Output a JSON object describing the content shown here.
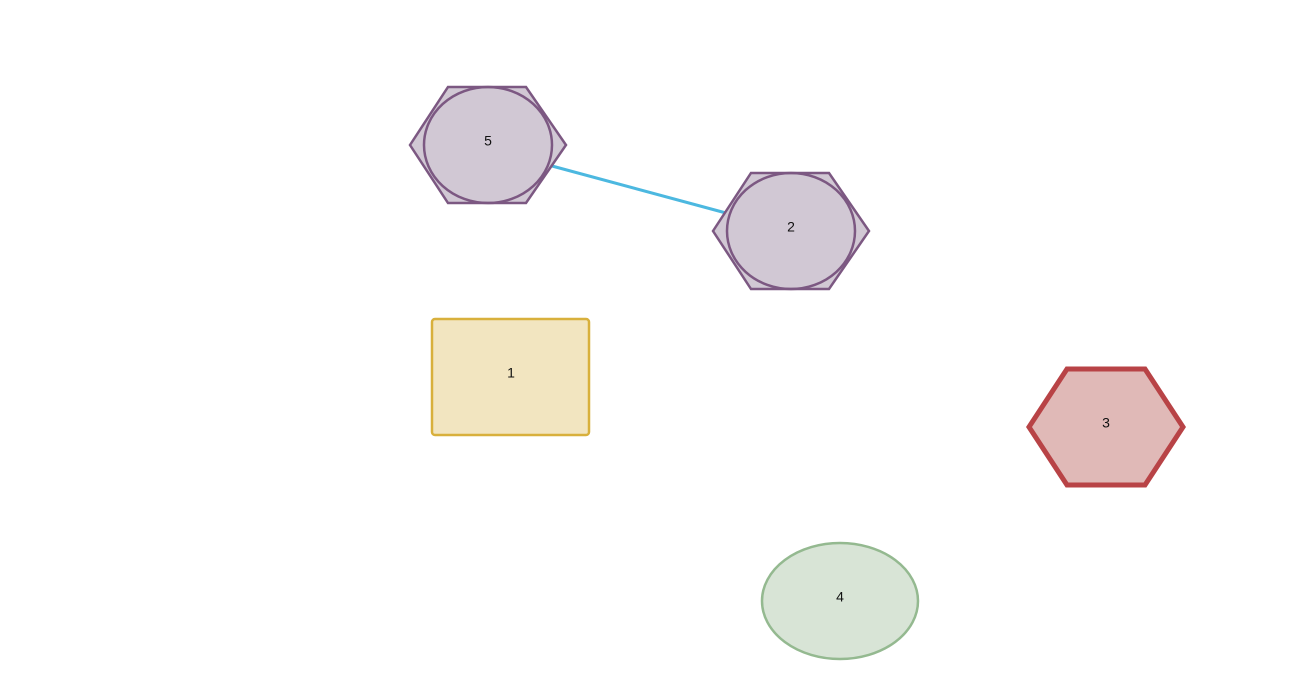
{
  "nodes": [
    {
      "id": "n1",
      "label": "1",
      "shape": "rectangle",
      "fill": "#f2e5c0",
      "stroke": "#d8b03c"
    },
    {
      "id": "n2",
      "label": "2",
      "shape": "hexagon-circle",
      "fill": "#d1c8d4",
      "stroke": "#7c5882"
    },
    {
      "id": "n3",
      "label": "3",
      "shape": "hexagon",
      "fill": "#e0b9b7",
      "stroke": "#b84346"
    },
    {
      "id": "n4",
      "label": "4",
      "shape": "ellipse",
      "fill": "#d8e4d6",
      "stroke": "#94b990"
    },
    {
      "id": "n5",
      "label": "5",
      "shape": "hexagon-circle",
      "fill": "#d1c8d4",
      "stroke": "#7c5882"
    }
  ],
  "edges": [
    {
      "from": "5",
      "to": "2",
      "color": "#4cb8e0"
    }
  ]
}
